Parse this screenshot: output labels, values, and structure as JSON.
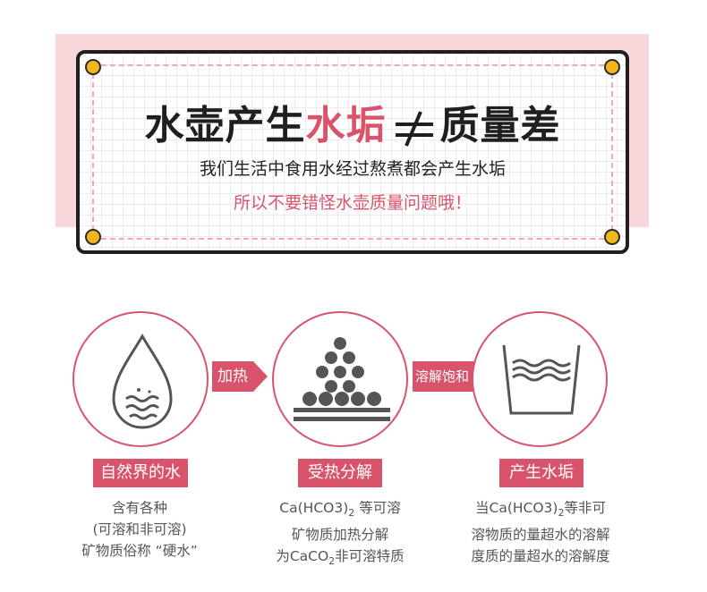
{
  "header": {
    "title_part1": "水壶产生",
    "title_red": "水垢",
    "title_part2": "质量差",
    "subtitle": "我们生活中食用水经过熬煮都会产生水垢",
    "subtitle_red": "所以不要错怪水壶质量问题哦！"
  },
  "colors": {
    "accent": "#d9546b",
    "band": "#f9d6da",
    "corner_dot": "#f2b61c"
  },
  "steps": [
    {
      "icon": "water-drop-icon",
      "tag": "自然界的水",
      "desc": [
        "含有各种",
        "(可溶和非可溶)",
        "矿物质俗称 “硬水”"
      ]
    },
    {
      "icon": "mineral-particles-icon",
      "tag": "受热分解",
      "desc_line1_a": "Ca(HCO3)",
      "desc_line1_sub": "2",
      "desc_line1_b": " 等可溶",
      "desc_line2": "矿物质加热分解",
      "desc_line3_a": "为CaCO",
      "desc_line3_sub": "2",
      "desc_line3_b": "非可溶特质"
    },
    {
      "icon": "scale-container-icon",
      "tag": "产生水垢",
      "desc_line1_a": "当Ca(HCO3)",
      "desc_line1_sub": "2",
      "desc_line1_b": "等非可",
      "desc_line2": "溶物质的量超水的溶解",
      "desc_line3": "度质的量超水的溶解度"
    }
  ],
  "arrows": [
    {
      "label": "加热"
    },
    {
      "label": "溶解饱和"
    }
  ]
}
